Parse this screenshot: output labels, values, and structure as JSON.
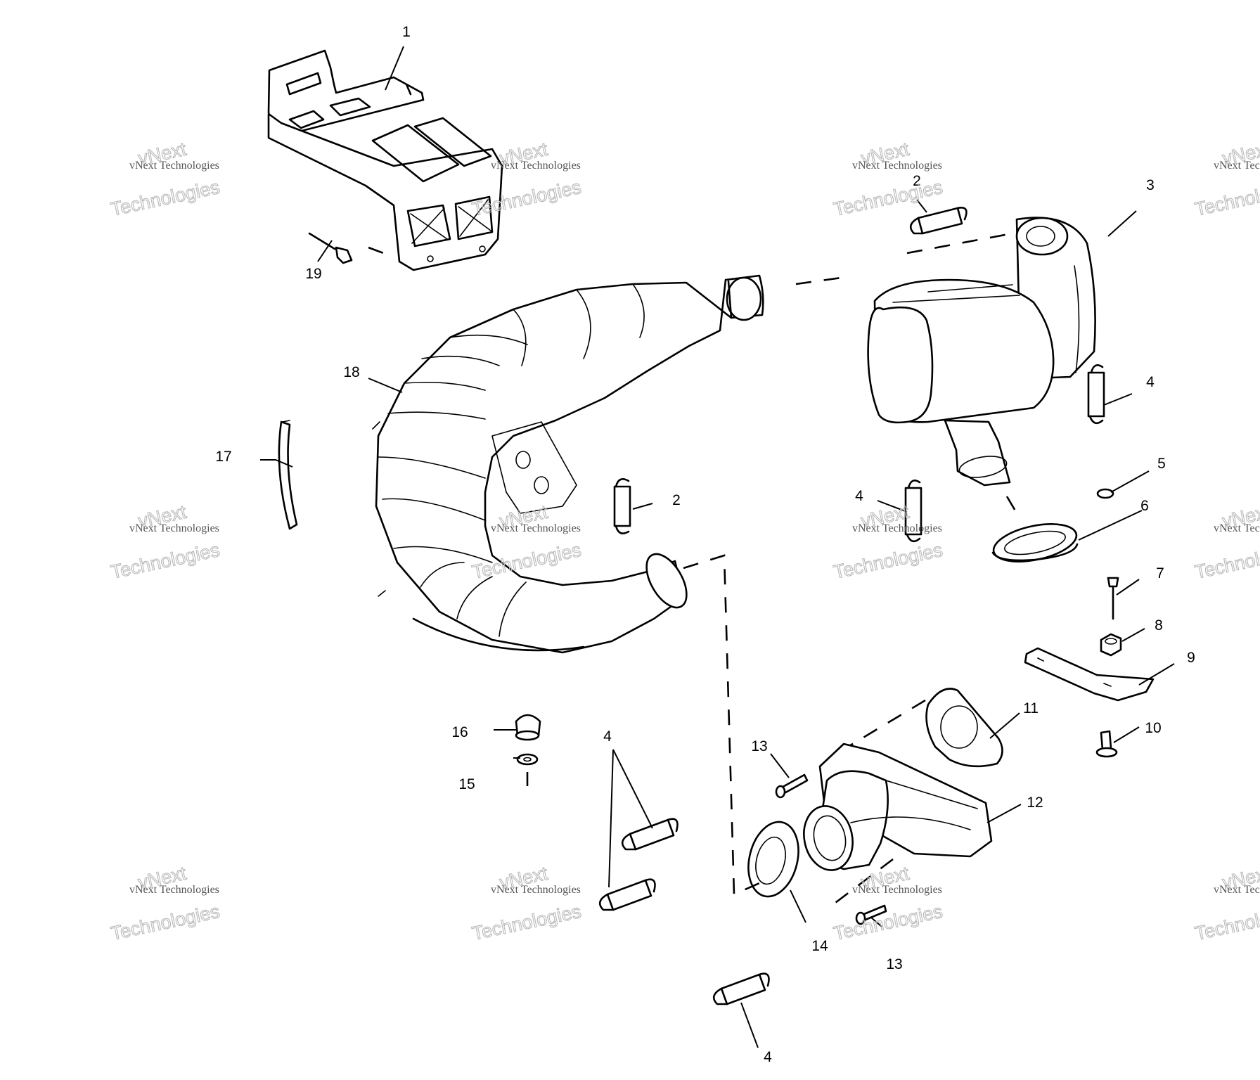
{
  "callouts": {
    "c1": "1",
    "c2a": "2",
    "c2b": "2",
    "c3": "3",
    "c4a": "4",
    "c4b": "4",
    "c4c": "4",
    "c4d": "4",
    "c5": "5",
    "c6": "6",
    "c7": "7",
    "c8": "8",
    "c9": "9",
    "c10": "10",
    "c11": "11",
    "c12": "12",
    "c13a": "13",
    "c13b": "13",
    "c14": "14",
    "c15": "15",
    "c16": "16",
    "c17": "17",
    "c18": "18",
    "c19": "19"
  },
  "watermark": {
    "line_small": "vNext Technologies",
    "word1": "vNext",
    "word2": "Technologies"
  }
}
